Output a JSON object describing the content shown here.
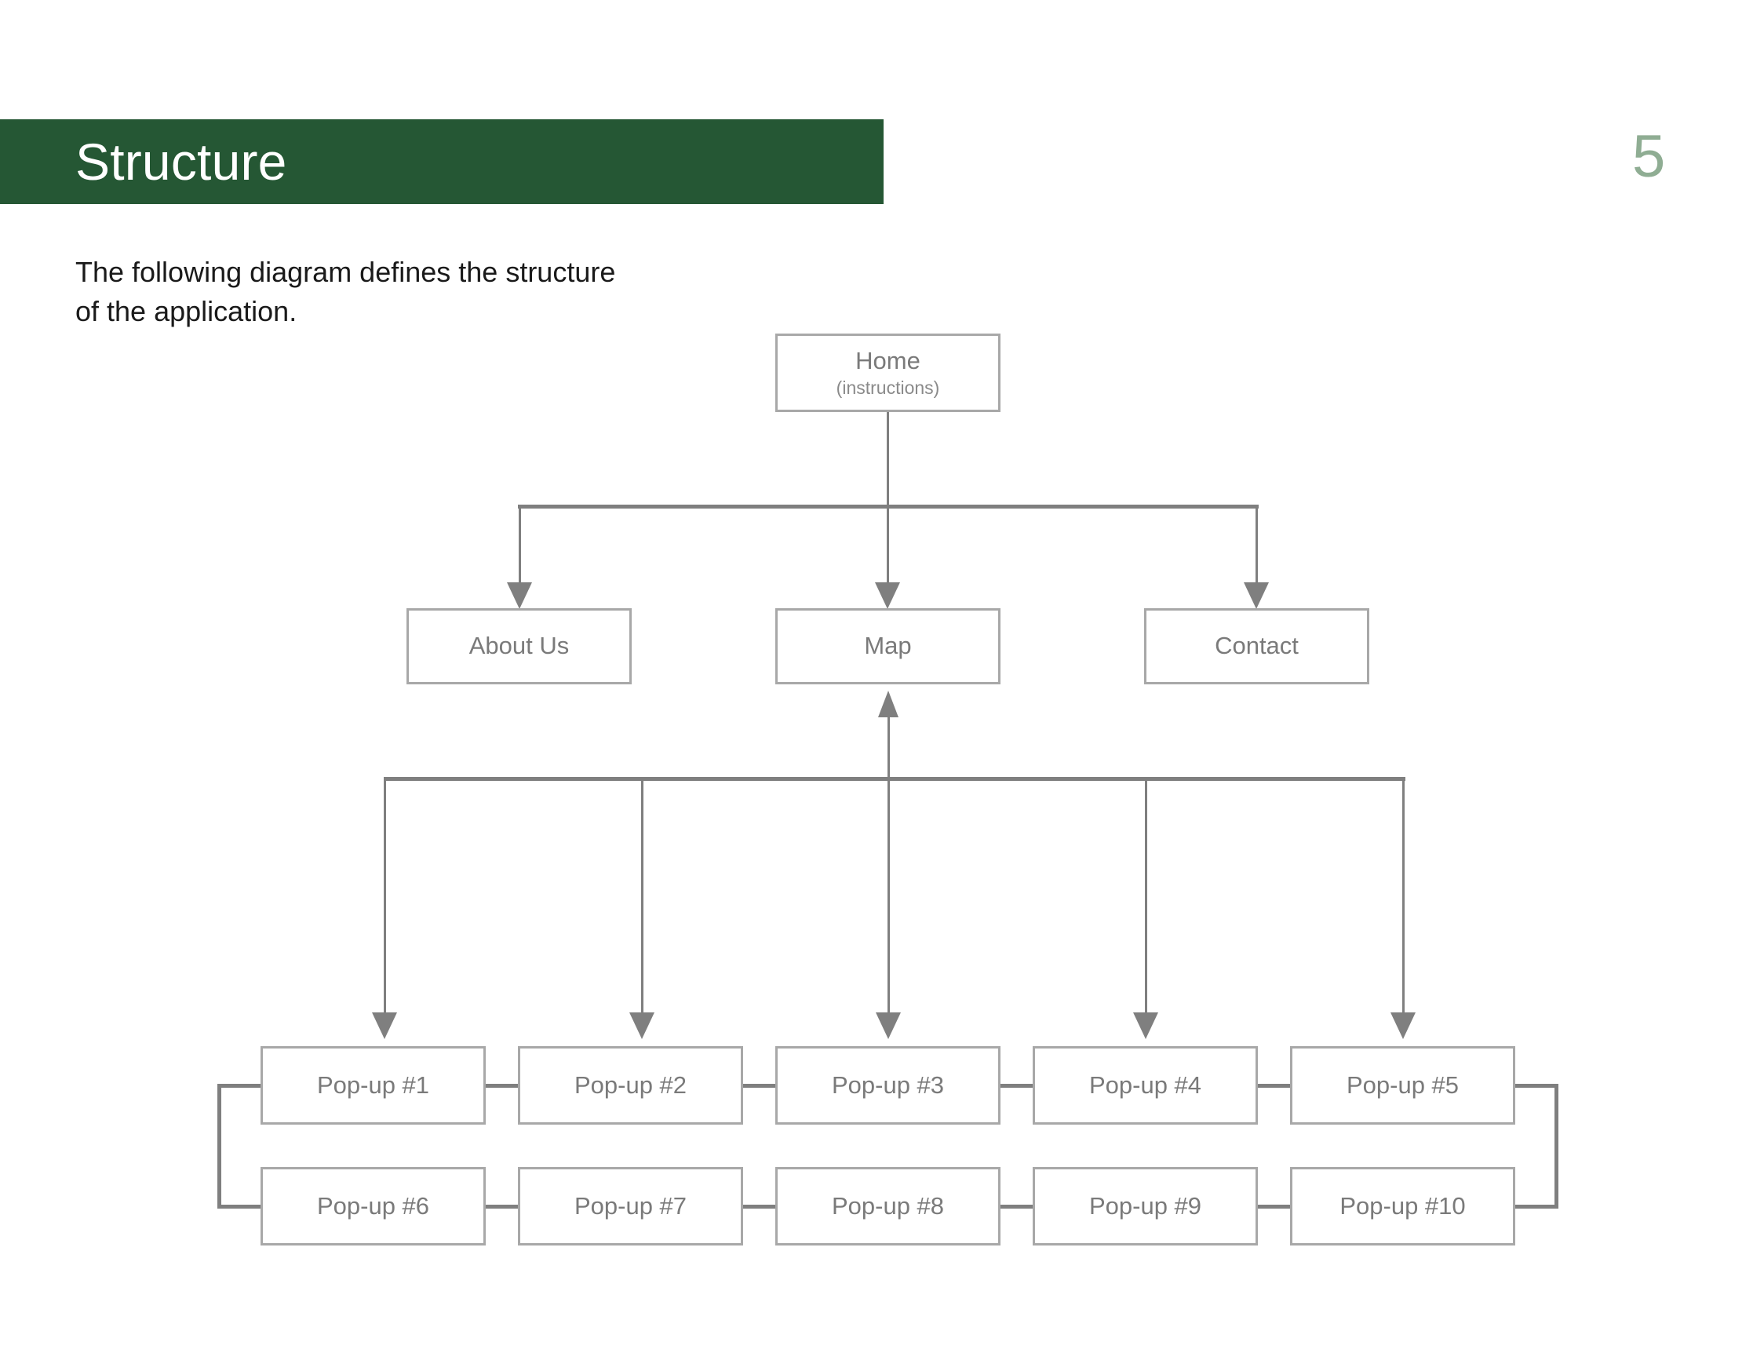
{
  "slide": {
    "page_number": "5",
    "title": "Structure",
    "accent_green": "#255734",
    "page_number_color": "#8fad93",
    "node_border_color": "#a8a8a8",
    "connector_color": "#7f7f7f"
  },
  "intro": {
    "line1": "The following diagram defines the structure",
    "line2": "of the application."
  },
  "diagram": {
    "type": "flowchart",
    "root": {
      "label": "Home",
      "sublabel": "(instructions)"
    },
    "level2": [
      {
        "label": "About Us"
      },
      {
        "label": "Map"
      },
      {
        "label": "Contact"
      }
    ],
    "popups_row1": [
      {
        "label": "Pop-up #1"
      },
      {
        "label": "Pop-up #2"
      },
      {
        "label": "Pop-up #3"
      },
      {
        "label": "Pop-up #4"
      },
      {
        "label": "Pop-up #5"
      }
    ],
    "popups_row2": [
      {
        "label": "Pop-up #6"
      },
      {
        "label": "Pop-up #7"
      },
      {
        "label": "Pop-up #8"
      },
      {
        "label": "Pop-up #9"
      },
      {
        "label": "Pop-up #10"
      }
    ]
  }
}
